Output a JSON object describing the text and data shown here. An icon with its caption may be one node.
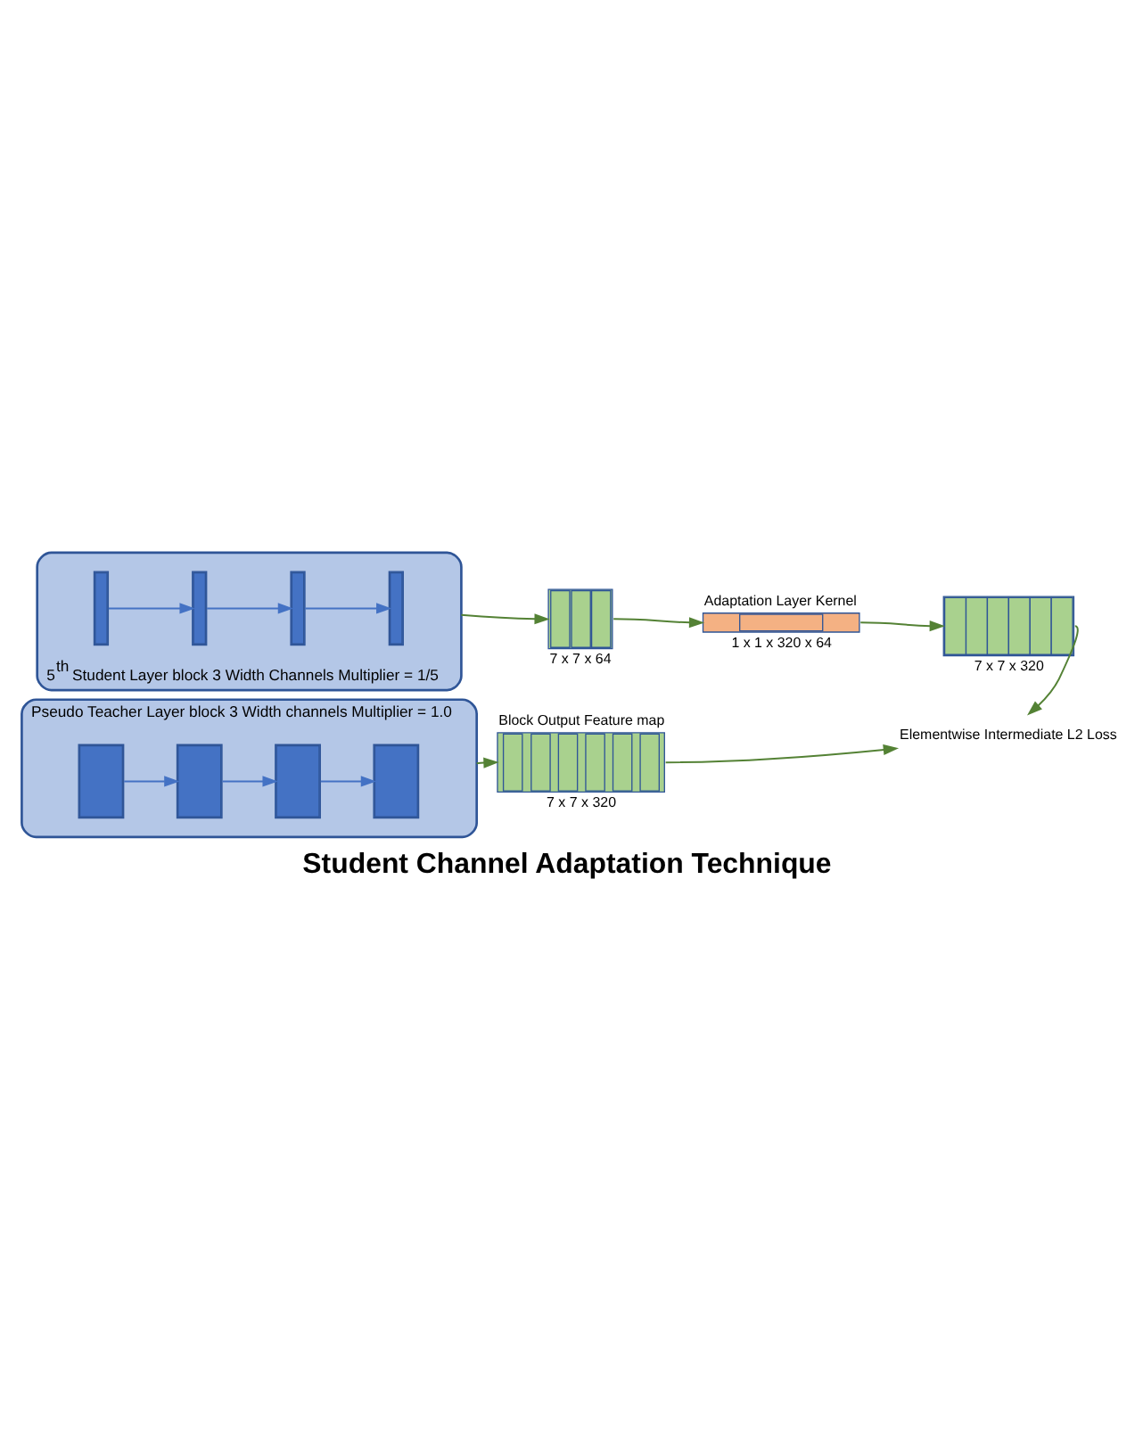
{
  "diagram": {
    "title": "Student Channel Adaptation Technique",
    "nodes": [
      {
        "text": [
          "Pseudo Teacher Layer block 3 Width channels Multiplier = 1.0"
        ]
      },
      {
        "text": [],
        "shape": "box",
        "in": 0
      },
      {
        "text": [],
        "shape": "box",
        "in": 0
      },
      {
        "text": [],
        "shape": "box",
        "in": 0
      },
      {
        "text": [],
        "shape": "box",
        "in": 0
      },
      {
        "text": [
          "Block Output Feature map"
        ],
        "beside": [
          "7 x 7 x 320"
        ]
      },
      {
        "text": [
          "5$^{th}$ Student Layer block 3 Width Channels Multiplier = 1/5"
        ]
      },
      {
        "text": [],
        "shape": "bar",
        "in": 6
      },
      {
        "text": [],
        "shape": "bar",
        "in": 6
      },
      {
        "text": [],
        "shape": "bar",
        "in": 6
      },
      {
        "text": [],
        "shape": "bar",
        "in": 6
      },
      {
        "text": [],
        "shape": "box",
        "beside": [
          "7 x 7 x 64"
        ]
      },
      {
        "text": [
          "Adaptation Layer Kernel"
        ],
        "beside": [
          "1 x 1 x 320 x 64"
        ]
      },
      {
        "text": [],
        "shape": "box",
        "beside": [
          "7 x 7 x 320"
        ]
      },
      {
        "text": [
          "Elementwise Intermediate L2 Loss"
        ]
      }
    ],
    "edges": [
      {
        "from": 1,
        "to": 2,
        "arrow": "to",
        "color": "#4472c4"
      },
      {
        "from": 2,
        "to": 3,
        "arrow": "to",
        "color": "#4472c4"
      },
      {
        "from": 3,
        "to": 4,
        "arrow": "to",
        "color": "#4472c4"
      },
      {
        "from": 0,
        "to": 5,
        "arrow": "to",
        "color": "#548235"
      },
      {
        "from": 5,
        "to": 14,
        "arrow": "to",
        "color": "#548235"
      },
      {
        "from": 7,
        "to": 8,
        "arrow": "to",
        "color": "#4472c4"
      },
      {
        "from": 8,
        "to": 9,
        "arrow": "to",
        "color": "#4472c4"
      },
      {
        "from": 9,
        "to": 10,
        "arrow": "to",
        "color": "#4472c4"
      },
      {
        "from": 6,
        "to": 11,
        "arrow": "to",
        "color": "#548235"
      },
      {
        "from": 11,
        "to": 12,
        "arrow": "to",
        "color": "#548235"
      },
      {
        "from": 12,
        "to": 13,
        "arrow": "to",
        "color": "#548235"
      },
      {
        "from": 13,
        "to": 14,
        "arrow": "to",
        "color": "#548235"
      }
    ]
  }
}
